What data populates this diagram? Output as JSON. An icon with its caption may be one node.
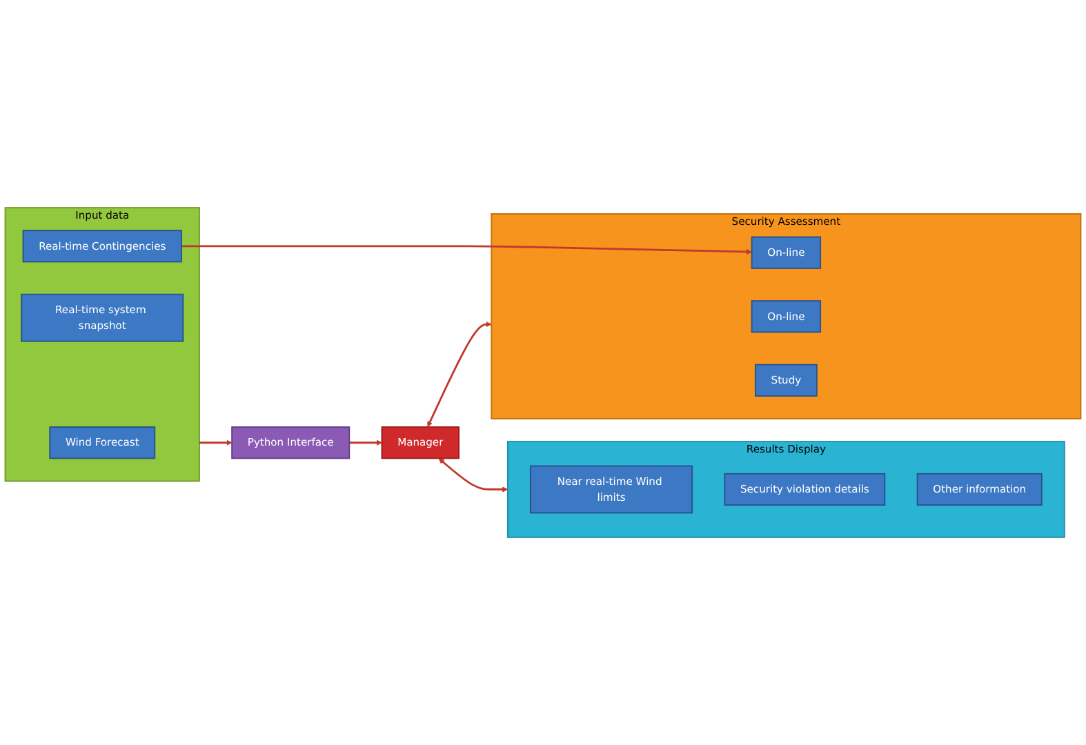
{
  "diagram": {
    "nodes": [
      {
        "text": [
          "Results Display"
        ]
      },
      {
        "text": [
          "Near real-time Wind limits"
        ],
        "in": 0
      },
      {
        "text": [
          "Security violation details"
        ],
        "in": 0
      },
      {
        "text": [
          "Other information"
        ],
        "in": 0
      },
      {
        "text": [
          "Input data"
        ]
      },
      {
        "text": [
          "Wind Forecast"
        ],
        "in": 4
      },
      {
        "text": [
          "Real-time system snapshot"
        ],
        "in": 4
      },
      {
        "text": [
          "Real-time Contingencies"
        ],
        "in": 4
      },
      {
        "text": [
          "Python Interface"
        ]
      },
      {
        "text": [
          "Manager"
        ]
      },
      {
        "text": [
          "Security Assessment"
        ]
      },
      {
        "text": [
          "On-line"
        ],
        "in": 10
      },
      {
        "text": [
          "On-line"
        ],
        "in": 10
      },
      {
        "text": [
          "Study"
        ],
        "in": 10
      }
    ],
    "edges": [
      {
        "from": 4,
        "to": 8,
        "arrow": "to"
      },
      {
        "from": 7,
        "to": 11,
        "arrow": "to"
      },
      {
        "from": 8,
        "to": 9,
        "arrow": "to"
      },
      {
        "from": 9,
        "to": 0,
        "arrow": "both"
      },
      {
        "from": 9,
        "to": 10,
        "arrow": "both"
      }
    ]
  }
}
